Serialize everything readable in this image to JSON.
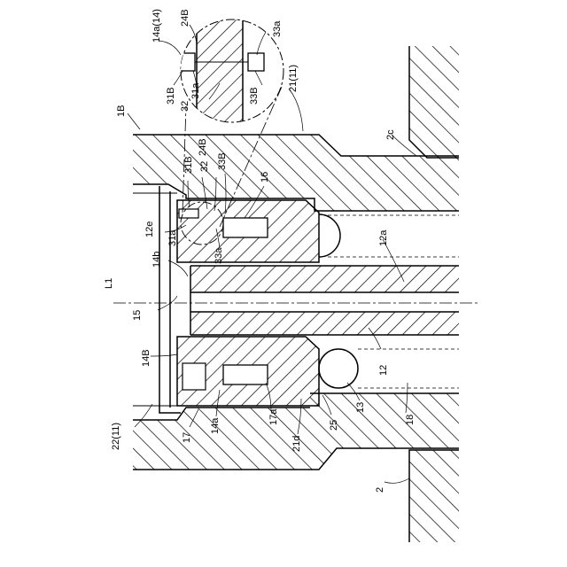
{
  "labels": {
    "l_14a14": "14a(14)",
    "l_24B_top": "24B",
    "l_33a_top": "33a",
    "l_31B_top": "31B",
    "l_31a_top": "31a",
    "l_32_top": "32",
    "l_33B_top": "33B",
    "l_21_11": "21(11)",
    "l_1B": "1B",
    "l_2c": "2c",
    "l_24B_mid": "24B",
    "l_31B_mid": "31B",
    "l_32_mid": "32",
    "l_33B_mid": "33B",
    "l_16": "16",
    "l_12e": "12e",
    "l_31a_mid": "31a",
    "l_33a_mid": "33a",
    "l_12a": "12a",
    "l_14b": "14b",
    "l_L1": "L1",
    "l_15": "15",
    "l_14B": "14B",
    "l_12": "12",
    "l_22_11": "22(11)",
    "l_17": "17",
    "l_14a": "14a",
    "l_17a": "17a",
    "l_21d": "21d",
    "l_25": "25",
    "l_13": "13",
    "l_18": "18",
    "l_2": "2"
  }
}
